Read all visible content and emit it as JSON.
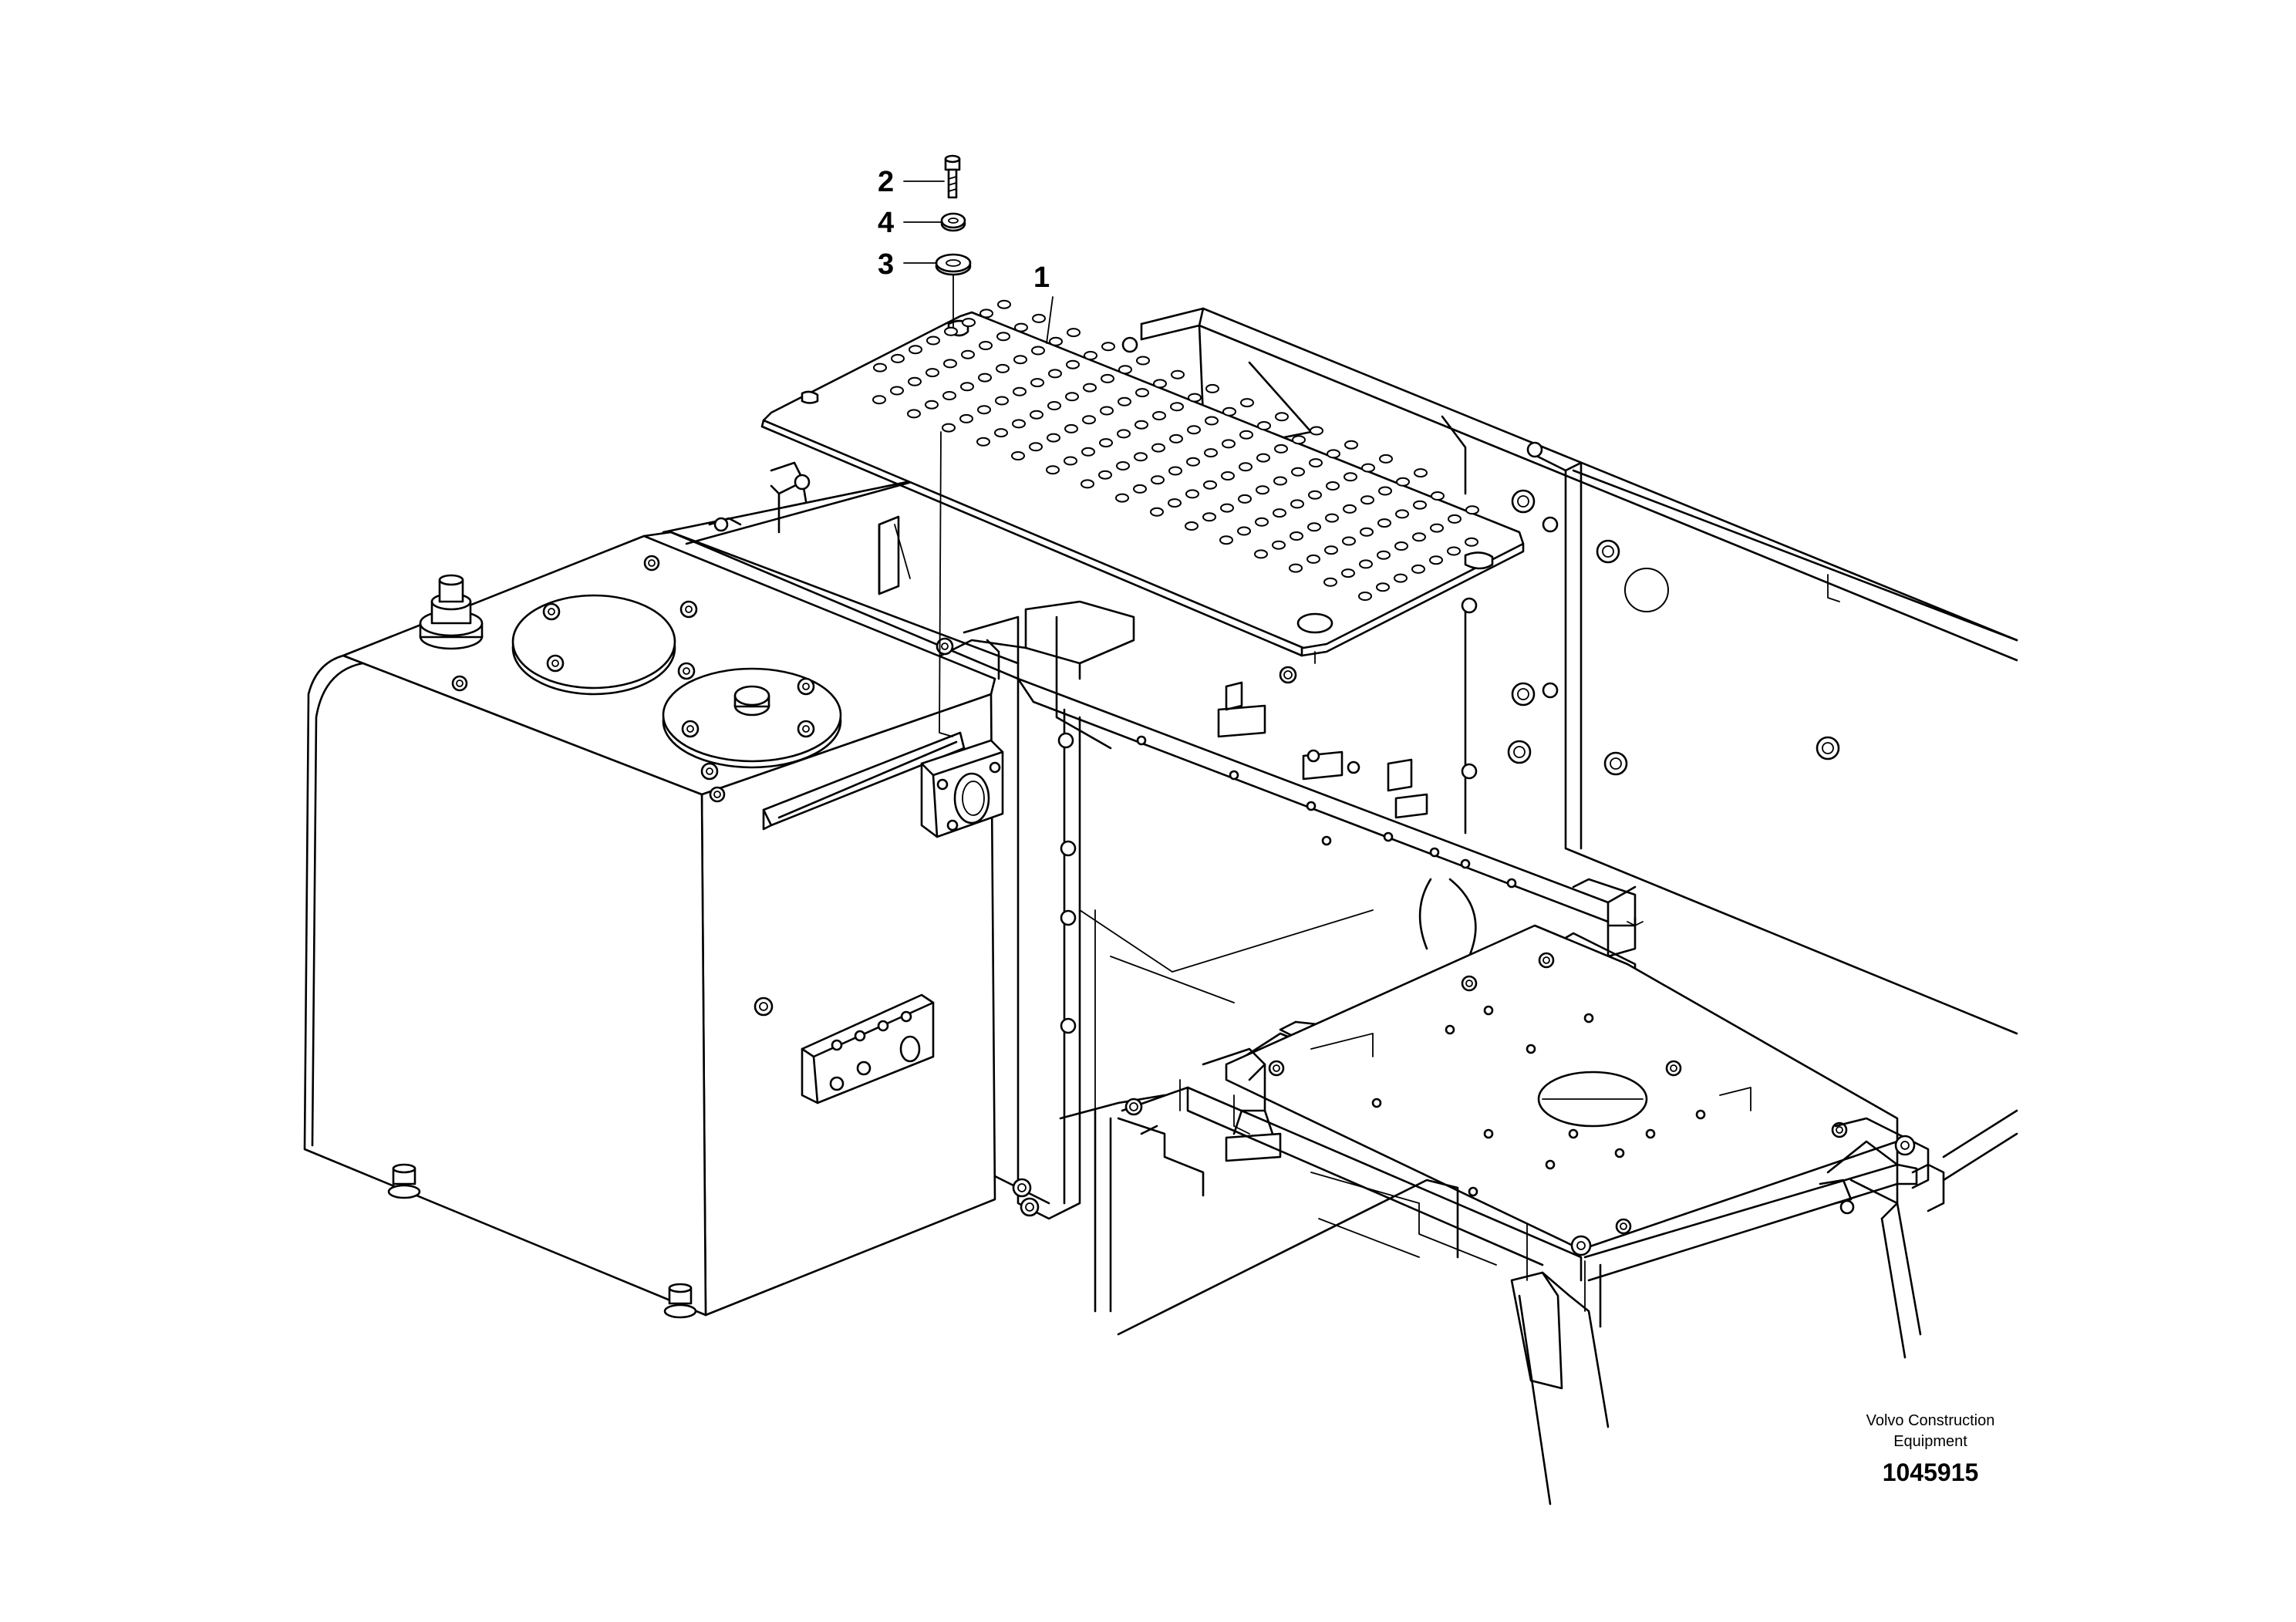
{
  "callouts": [
    {
      "id": "1",
      "label": "1"
    },
    {
      "id": "2",
      "label": "2"
    },
    {
      "id": "3",
      "label": "3"
    },
    {
      "id": "4",
      "label": "4"
    }
  ],
  "caption": {
    "company_line1": "Volvo Construction",
    "company_line2": "Equipment",
    "drawing_number": "1045915"
  }
}
